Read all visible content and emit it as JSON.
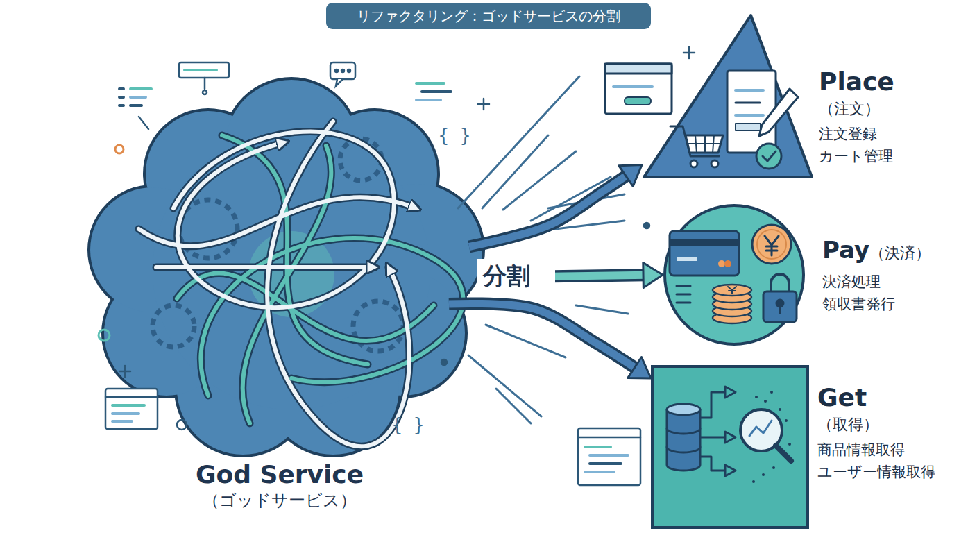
{
  "diagram": {
    "title": "リファクタリング：ゴッドサービスの分割",
    "nodes": [
      {
        "text": [
          "God Service",
          "（ゴッドサービス）"
        ]
      },
      {
        "text": [
          "Place",
          "（注文）",
          "注文登録 カート管理"
        ]
      },
      {
        "text": [
          "Pay",
          "（決済）",
          "決済処理 領収書発行"
        ]
      },
      {
        "text": [
          "Get",
          "（取得）",
          "商品情報取得 ユーザー情報取得"
        ]
      }
    ],
    "edges": [
      {
        "from": 0,
        "to": 1,
        "arrow": "to"
      },
      {
        "from": 0,
        "to": 2,
        "label": "分割",
        "arrow": "to"
      },
      {
        "from": 0,
        "to": 3,
        "arrow": "to"
      }
    ],
    "labels": [
      "{ }",
      "{ }"
    ]
  }
}
